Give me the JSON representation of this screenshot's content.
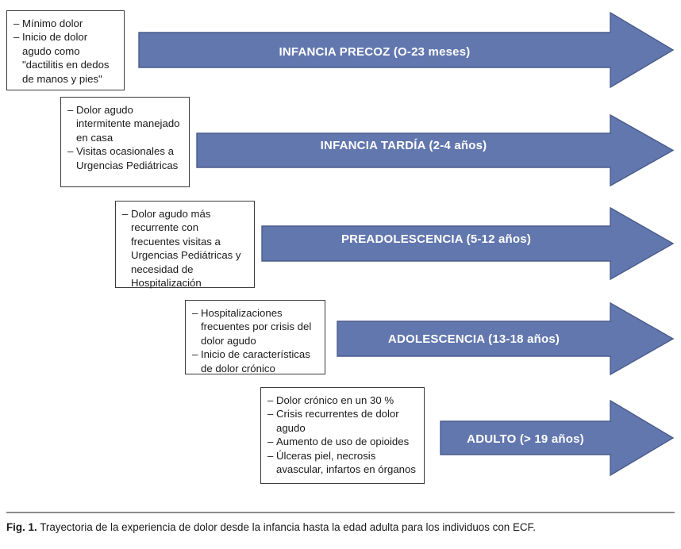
{
  "figure": {
    "accent_color": "#6277ae",
    "accent_border_color": "#4a5c8c",
    "box_border_color": "#3b3b3b",
    "background_color": "#ffffff",
    "label_text_color": "#ffffff"
  },
  "stages": [
    {
      "id": "infancia-precoz",
      "arrow_label": "INFANCIA PRECOZ (O-23 meses)",
      "notes": [
        "Mínimo dolor",
        "Inicio de dolor agudo como \"dactilitis en dedos de manos y pies\""
      ]
    },
    {
      "id": "infancia-tardia",
      "arrow_label": "INFANCIA TARDÍA (2-4 años)",
      "notes": [
        "Dolor agudo intermitente manejado en casa",
        "Visitas ocasionales a Urgencias Pediátricas"
      ]
    },
    {
      "id": "preadolescencia",
      "arrow_label": "PREADOLESCENCIA (5-12 años)",
      "notes": [
        "Dolor agudo más recurrente con frecuentes visitas a Urgencias Pediátricas y necesidad de Hospitalización"
      ]
    },
    {
      "id": "adolescencia",
      "arrow_label": "ADOLESCENCIA (13-18 años)",
      "notes": [
        "Hospitalizaciones frecuentes por crisis del dolor agudo",
        "Inicio de características de dolor crónico"
      ]
    },
    {
      "id": "adulto",
      "arrow_label": "ADULTO (> 19 años)",
      "notes": [
        "Dolor crónico en un 30 %",
        "Crisis recurrentes de dolor agudo",
        "Aumento de uso de opioides",
        "Úlceras piel, necrosis avascular, infartos en órganos"
      ]
    }
  ],
  "caption": {
    "label": "Fig. 1.",
    "text": "Trayectoria de la experiencia de dolor desde la infancia hasta la edad adulta para los individuos con ECF."
  }
}
